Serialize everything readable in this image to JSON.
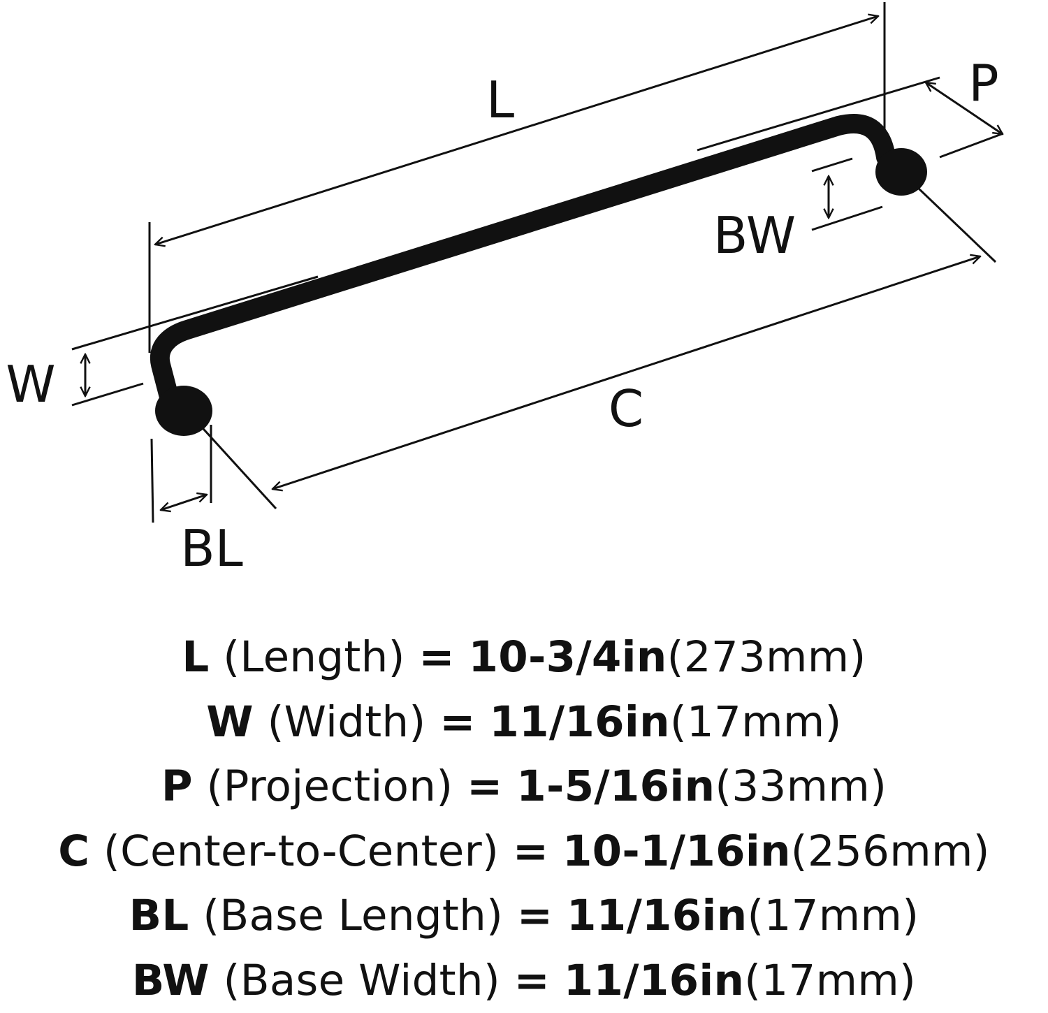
{
  "diagram": {
    "labels": {
      "L": "L",
      "P": "P",
      "BW": "BW",
      "W": "W",
      "C": "C",
      "BL": "BL"
    }
  },
  "specs": [
    {
      "symbol": "L",
      "name": "(Length)",
      "equals": "=",
      "inches": "10-3/4in",
      "mm": "(273mm)"
    },
    {
      "symbol": "W",
      "name": "(Width)",
      "equals": "=",
      "inches": "11/16in",
      "mm": "(17mm)"
    },
    {
      "symbol": "P",
      "name": "(Projection)",
      "equals": "=",
      "inches": "1-5/16in",
      "mm": "(33mm)"
    },
    {
      "symbol": "C",
      "name": "(Center-to-Center)",
      "equals": "=",
      "inches": "10-1/16in",
      "mm": "(256mm)"
    },
    {
      "symbol": "BL",
      "name": "(Base Length)",
      "equals": "=",
      "inches": "11/16in",
      "mm": "(17mm)"
    },
    {
      "symbol": "BW",
      "name": "(Base Width)",
      "equals": "=",
      "inches": "11/16in",
      "mm": "(17mm)"
    }
  ]
}
